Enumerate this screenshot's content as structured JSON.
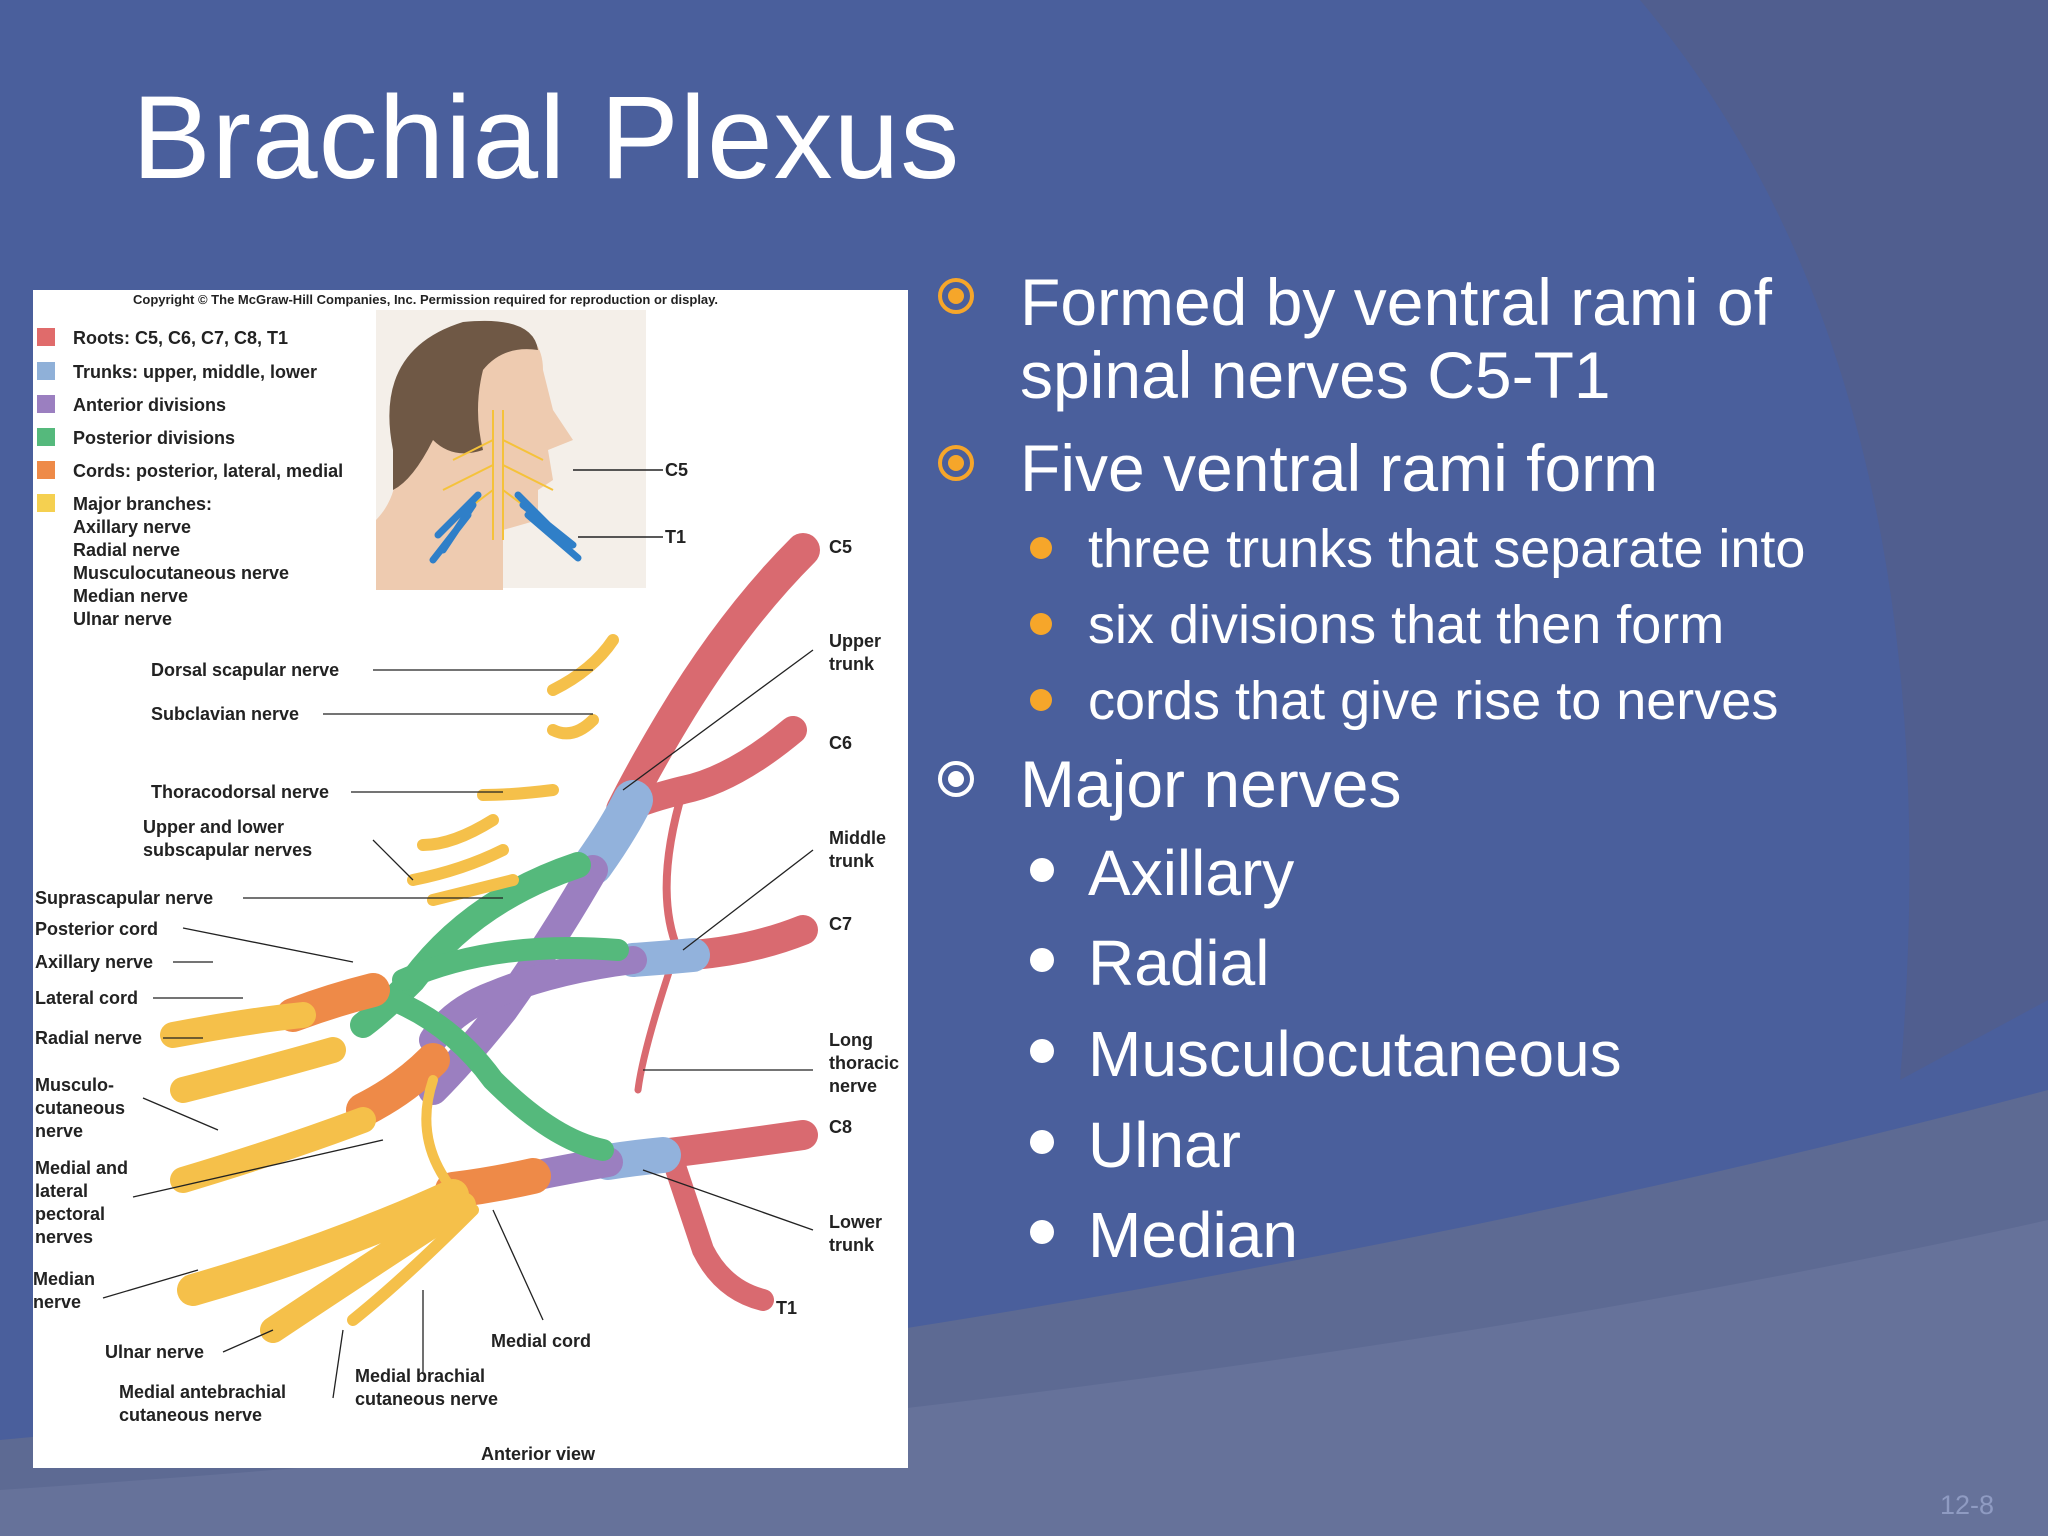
{
  "slide": {
    "title": "Brachial Plexus",
    "slide_number": "12-8",
    "colors": {
      "background": "#4a5f9c",
      "bullet_accent": "#f6a62a",
      "text": "#ffffff"
    }
  },
  "figure": {
    "copyright": "Copyright © The McGraw-Hill Companies, Inc. Permission required for reproduction or display.",
    "legend": [
      {
        "label": "Roots: C5, C6, C7, C8, T1",
        "color": "#e06b6b"
      },
      {
        "label": "Trunks: upper, middle, lower",
        "color": "#8fb0d8"
      },
      {
        "label": "Anterior divisions",
        "color": "#9b7fc0"
      },
      {
        "label": "Posterior divisions",
        "color": "#55b97c"
      },
      {
        "label": "Cords: posterior, lateral, medial",
        "color": "#ee8a48"
      },
      {
        "label": "Major branches:",
        "color": "#f5d050"
      }
    ],
    "legend_branches": [
      "Axillary nerve",
      "Radial nerve",
      "Musculocutaneous nerve",
      "Median nerve",
      "Ulnar nerve"
    ],
    "head_labels": {
      "c5": "C5",
      "t1": "T1"
    },
    "right_labels": {
      "c5": "C5",
      "upper_trunk": [
        "Upper",
        "trunk"
      ],
      "c6": "C6",
      "middle_trunk": [
        "Middle",
        "trunk"
      ],
      "c7": "C7",
      "long_thoracic": [
        "Long",
        "thoracic",
        "nerve"
      ],
      "c8": "C8",
      "lower_trunk": [
        "Lower",
        "trunk"
      ],
      "t1": "T1"
    },
    "left_labels": {
      "dorsal_scapular": "Dorsal scapular nerve",
      "subclavian": "Subclavian nerve",
      "thoracodorsal": "Thoracodorsal nerve",
      "subscapular": [
        "Upper and lower",
        "subscapular nerves"
      ],
      "suprascapular": "Suprascapular nerve",
      "posterior_cord": "Posterior cord",
      "axillary": "Axillary nerve",
      "lateral_cord": "Lateral cord",
      "radial": "Radial nerve",
      "musculocutaneous": [
        "Musculo-",
        "cutaneous",
        "nerve"
      ],
      "pectoral": [
        "Medial and",
        "lateral",
        "pectoral",
        "nerves"
      ],
      "median": [
        "Median",
        "nerve"
      ],
      "ulnar": "Ulnar nerve",
      "medial_antebrachial": [
        "Medial antebrachial",
        "cutaneous nerve"
      ],
      "medial_brachial": [
        "Medial brachial",
        "cutaneous nerve"
      ],
      "medial_cord": "Medial cord"
    },
    "caption": "Anterior view"
  },
  "bullets": {
    "b1": [
      "Formed by ventral rami of",
      "spinal nerves C5-T1"
    ],
    "b2": "Five ventral rami form",
    "b2_sub": [
      "three trunks that separate into",
      "six divisions that then form",
      "cords that give rise to nerves"
    ],
    "b3": "Major nerves",
    "b3_sub": [
      "Axillary",
      "Radial",
      "Musculocutaneous",
      "Ulnar",
      "Median"
    ]
  }
}
